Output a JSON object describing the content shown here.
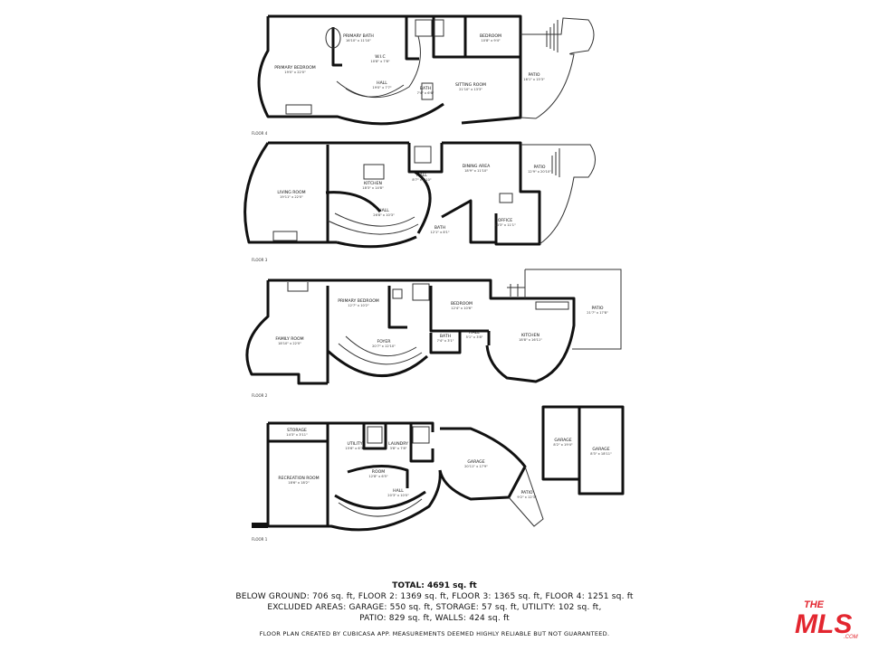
{
  "floors": [
    {
      "label": "FLOOR 4",
      "rooms": [
        {
          "name": "PRIMARY BATH",
          "dims": "16'10\" x 11'10\""
        },
        {
          "name": "PRIMARY BEDROOM",
          "dims": "19'0\" x 22'0\""
        },
        {
          "name": "W.I.C",
          "dims": "10'8\" x 7'8\""
        },
        {
          "name": "HALL",
          "dims": "19'0\" x 7'7\""
        },
        {
          "name": "BATH",
          "dims": "7'4\" x 6'6\""
        },
        {
          "name": "SITTING ROOM",
          "dims": "21'10\" x 13'3\""
        },
        {
          "name": "BEDROOM",
          "dims": "10'8\" x 9'4\""
        },
        {
          "name": "PATIO",
          "dims": "16'1\" x 15'3\""
        }
      ]
    },
    {
      "label": "FLOOR 3",
      "rooms": [
        {
          "name": "LIVING ROOM",
          "dims": "19'11\" x 22'0\""
        },
        {
          "name": "KITCHEN",
          "dims": "18'3\" x 14'8\""
        },
        {
          "name": "HALL",
          "dims": "26'8\" x 10'3\""
        },
        {
          "name": "HALL",
          "dims": "8'7\" x 4'10\""
        },
        {
          "name": "DINING AREA",
          "dims": "18'9\" x 11'10\""
        },
        {
          "name": "PATIO",
          "dims": "12'9\" x 20'10\""
        },
        {
          "name": "BATH",
          "dims": "12'1\" x 8'1\""
        },
        {
          "name": "OFFICE",
          "dims": "14'3\" x 11'1\""
        }
      ]
    },
    {
      "label": "FLOOR 2",
      "rooms": [
        {
          "name": "FAMILY ROOM",
          "dims": "18'10\" x 22'0\""
        },
        {
          "name": "PRIMARY BEDROOM",
          "dims": "12'7\" x 10'2\""
        },
        {
          "name": "FOYER",
          "dims": "20'7\" x 12'10\""
        },
        {
          "name": "BEDROOM",
          "dims": "12'4\" x 10'6\""
        },
        {
          "name": "BATH",
          "dims": "7'4\" x 3'1\""
        },
        {
          "name": "HALL",
          "dims": "5'1\" x 3'8\""
        },
        {
          "name": "KITCHEN",
          "dims": "18'8\" x 16'11\""
        },
        {
          "name": "PATIO",
          "dims": "21'7\" x 17'8\""
        }
      ]
    },
    {
      "label": "FLOOR 1",
      "rooms": [
        {
          "name": "STORAGE",
          "dims": "14'3\" x 3'11\""
        },
        {
          "name": "UTILITY",
          "dims": "15'6\" x 6'3\""
        },
        {
          "name": "LAUNDRY",
          "dims": "3'8\" x 7'8\""
        },
        {
          "name": "RECREATION ROOM",
          "dims": "18'6\" x 18'2\""
        },
        {
          "name": "ROOM",
          "dims": "12'8\" x 6'5\""
        },
        {
          "name": "HALL",
          "dims": "20'3\" x 10'0\""
        },
        {
          "name": "GARAGE",
          "dims": "20'11\" x 17'9\""
        },
        {
          "name": "PATIO",
          "dims": "9'2\" x 12'3\""
        },
        {
          "name": "GARAGE",
          "dims": "8'2\" x 19'4\""
        },
        {
          "name": "GARAGE",
          "dims": "8'3\" x 18'11\""
        }
      ]
    }
  ],
  "summary": {
    "total": "TOTAL: 4691 sq. ft",
    "line1": "BELOW GROUND: 706 sq. ft, FLOOR 2: 1369 sq. ft, FLOOR 3: 1365 sq. ft, FLOOR 4: 1251 sq. ft",
    "line2": "EXCLUDED AREAS: GARAGE: 550 sq. ft, STORAGE: 57 sq. ft, UTILITY: 102 sq. ft,",
    "line3": "PATIO: 829 sq. ft, WALLS: 424 sq. ft",
    "credit": "FLOOR PLAN CREATED BY CUBICASA APP. MEASUREMENTS DEEMED HIGHLY RELIABLE BUT NOT GUARANTEED."
  },
  "logo": {
    "top": "THE",
    "main": "MLS",
    "suffix": ".COM",
    "color": "#e3262f"
  }
}
